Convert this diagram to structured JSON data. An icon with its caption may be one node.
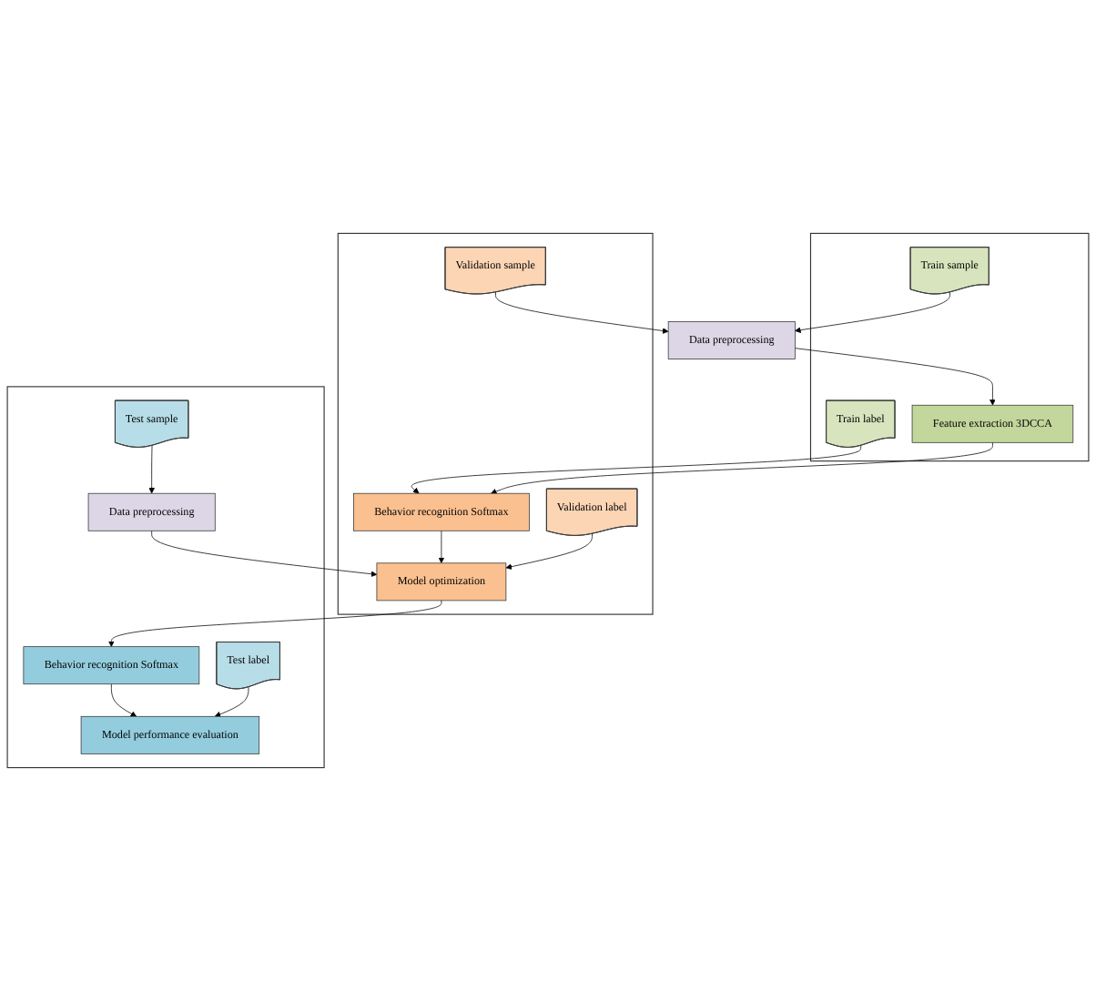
{
  "diagram": {
    "nodes": [
      {
        "text": [],
        "shape": "box"
      },
      {
        "text": [
          "Train label"
        ],
        "in": 0
      },
      {
        "text": [
          "Train sample"
        ],
        "in": 0
      },
      {
        "text": [
          "Feature extraction 3DCCA"
        ],
        "in": 0
      },
      {
        "text": [
          "Data preprocessing"
        ]
      },
      {
        "text": [],
        "shape": "box"
      },
      {
        "text": [
          "Validation sample"
        ],
        "in": 5
      },
      {
        "text": [
          "Behavior recognition Softmax"
        ],
        "in": 5
      },
      {
        "text": [
          "Validation label"
        ],
        "in": 5
      },
      {
        "text": [
          "Model optimization"
        ],
        "in": 5
      },
      {
        "text": [],
        "shape": "box"
      },
      {
        "text": [
          "Test sample"
        ],
        "in": 10
      },
      {
        "text": [
          "Data preprocessing"
        ],
        "in": 10
      },
      {
        "text": [
          "Behavior recognition Softmax"
        ],
        "in": 10
      },
      {
        "text": [
          "Test label"
        ],
        "in": 10
      },
      {
        "text": [
          "Model performance evaluation"
        ],
        "in": 10
      }
    ],
    "edges": [
      {
        "from": 2,
        "to": 4,
        "arrow": "to"
      },
      {
        "from": 4,
        "to": 3,
        "arrow": "to"
      },
      {
        "from": 3,
        "to": 7,
        "arrow": "to"
      },
      {
        "from": 1,
        "to": 7,
        "arrow": "to"
      },
      {
        "from": 6,
        "to": 4,
        "arrow": "to"
      },
      {
        "from": 7,
        "to": 9,
        "arrow": "to"
      },
      {
        "from": 8,
        "to": 9,
        "arrow": "to"
      },
      {
        "from": 12,
        "to": 9,
        "arrow": "to"
      },
      {
        "from": 9,
        "to": 13,
        "arrow": "to"
      },
      {
        "from": 11,
        "to": 12,
        "arrow": "to"
      },
      {
        "from": 13,
        "to": 15,
        "arrow": "to"
      },
      {
        "from": 14,
        "to": 15,
        "arrow": "to"
      }
    ]
  }
}
